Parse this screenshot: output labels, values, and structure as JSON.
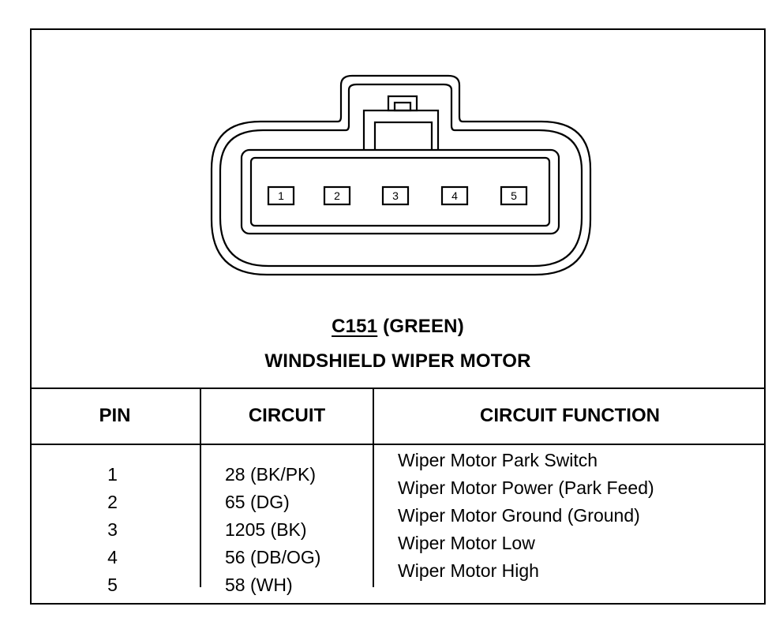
{
  "connector": {
    "id": "C151",
    "color_label": "(GREEN)",
    "name": "WINDSHIELD WIPER MOTOR"
  },
  "table": {
    "headers": [
      "PIN",
      "CIRCUIT",
      "CIRCUIT FUNCTION"
    ],
    "rows": [
      {
        "pin": "1",
        "circuit": "28 (BK/PK)",
        "function": "Wiper Motor Park Switch"
      },
      {
        "pin": "2",
        "circuit": "65 (DG)",
        "function": "Wiper Motor Power (Park Feed)"
      },
      {
        "pin": "3",
        "circuit": "1205 (BK)",
        "function": "Wiper Motor Ground (Ground)"
      },
      {
        "pin": "4",
        "circuit": "56 (DB/OG)",
        "function": "Wiper Motor Low"
      },
      {
        "pin": "5",
        "circuit": "58 (WH)",
        "function": "Wiper Motor High"
      }
    ]
  }
}
